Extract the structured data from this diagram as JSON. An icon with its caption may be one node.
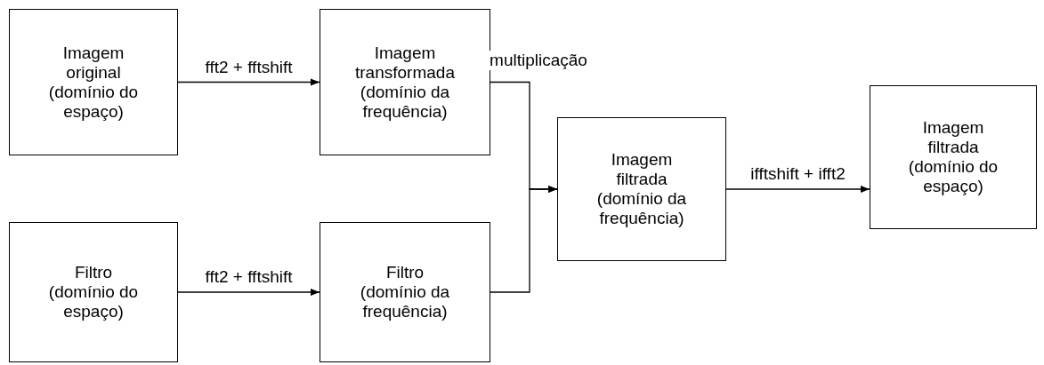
{
  "diagram": {
    "nodes": [
      {
        "text": [
          "Imagem original (domínio do espaço)"
        ]
      },
      {
        "text": [
          "Imagem transformada (domínio da frequência)"
        ]
      },
      {
        "text": [
          "Filtro (domínio do espaço)"
        ]
      },
      {
        "text": [
          "Filtro (domínio da frequência)"
        ]
      },
      {
        "text": [
          "Imagem filtrada (domínio da frequência)"
        ]
      },
      {
        "text": [
          "Imagem filtrada (domínio do espaço)"
        ]
      }
    ],
    "edges": [
      {
        "from": 0,
        "to": 1,
        "arrow": "to",
        "label": "fft2 + fftshift"
      },
      {
        "from": 2,
        "to": 3,
        "arrow": "to",
        "label": "fft2 + fftshift"
      },
      {
        "from": 1,
        "to": 4,
        "arrow": "to",
        "label": "multiplicação"
      },
      {
        "from": 3,
        "to": 4,
        "arrow": "to"
      },
      {
        "from": 4,
        "to": 5,
        "arrow": "to",
        "label": "ifftshift + ifft2"
      }
    ]
  }
}
